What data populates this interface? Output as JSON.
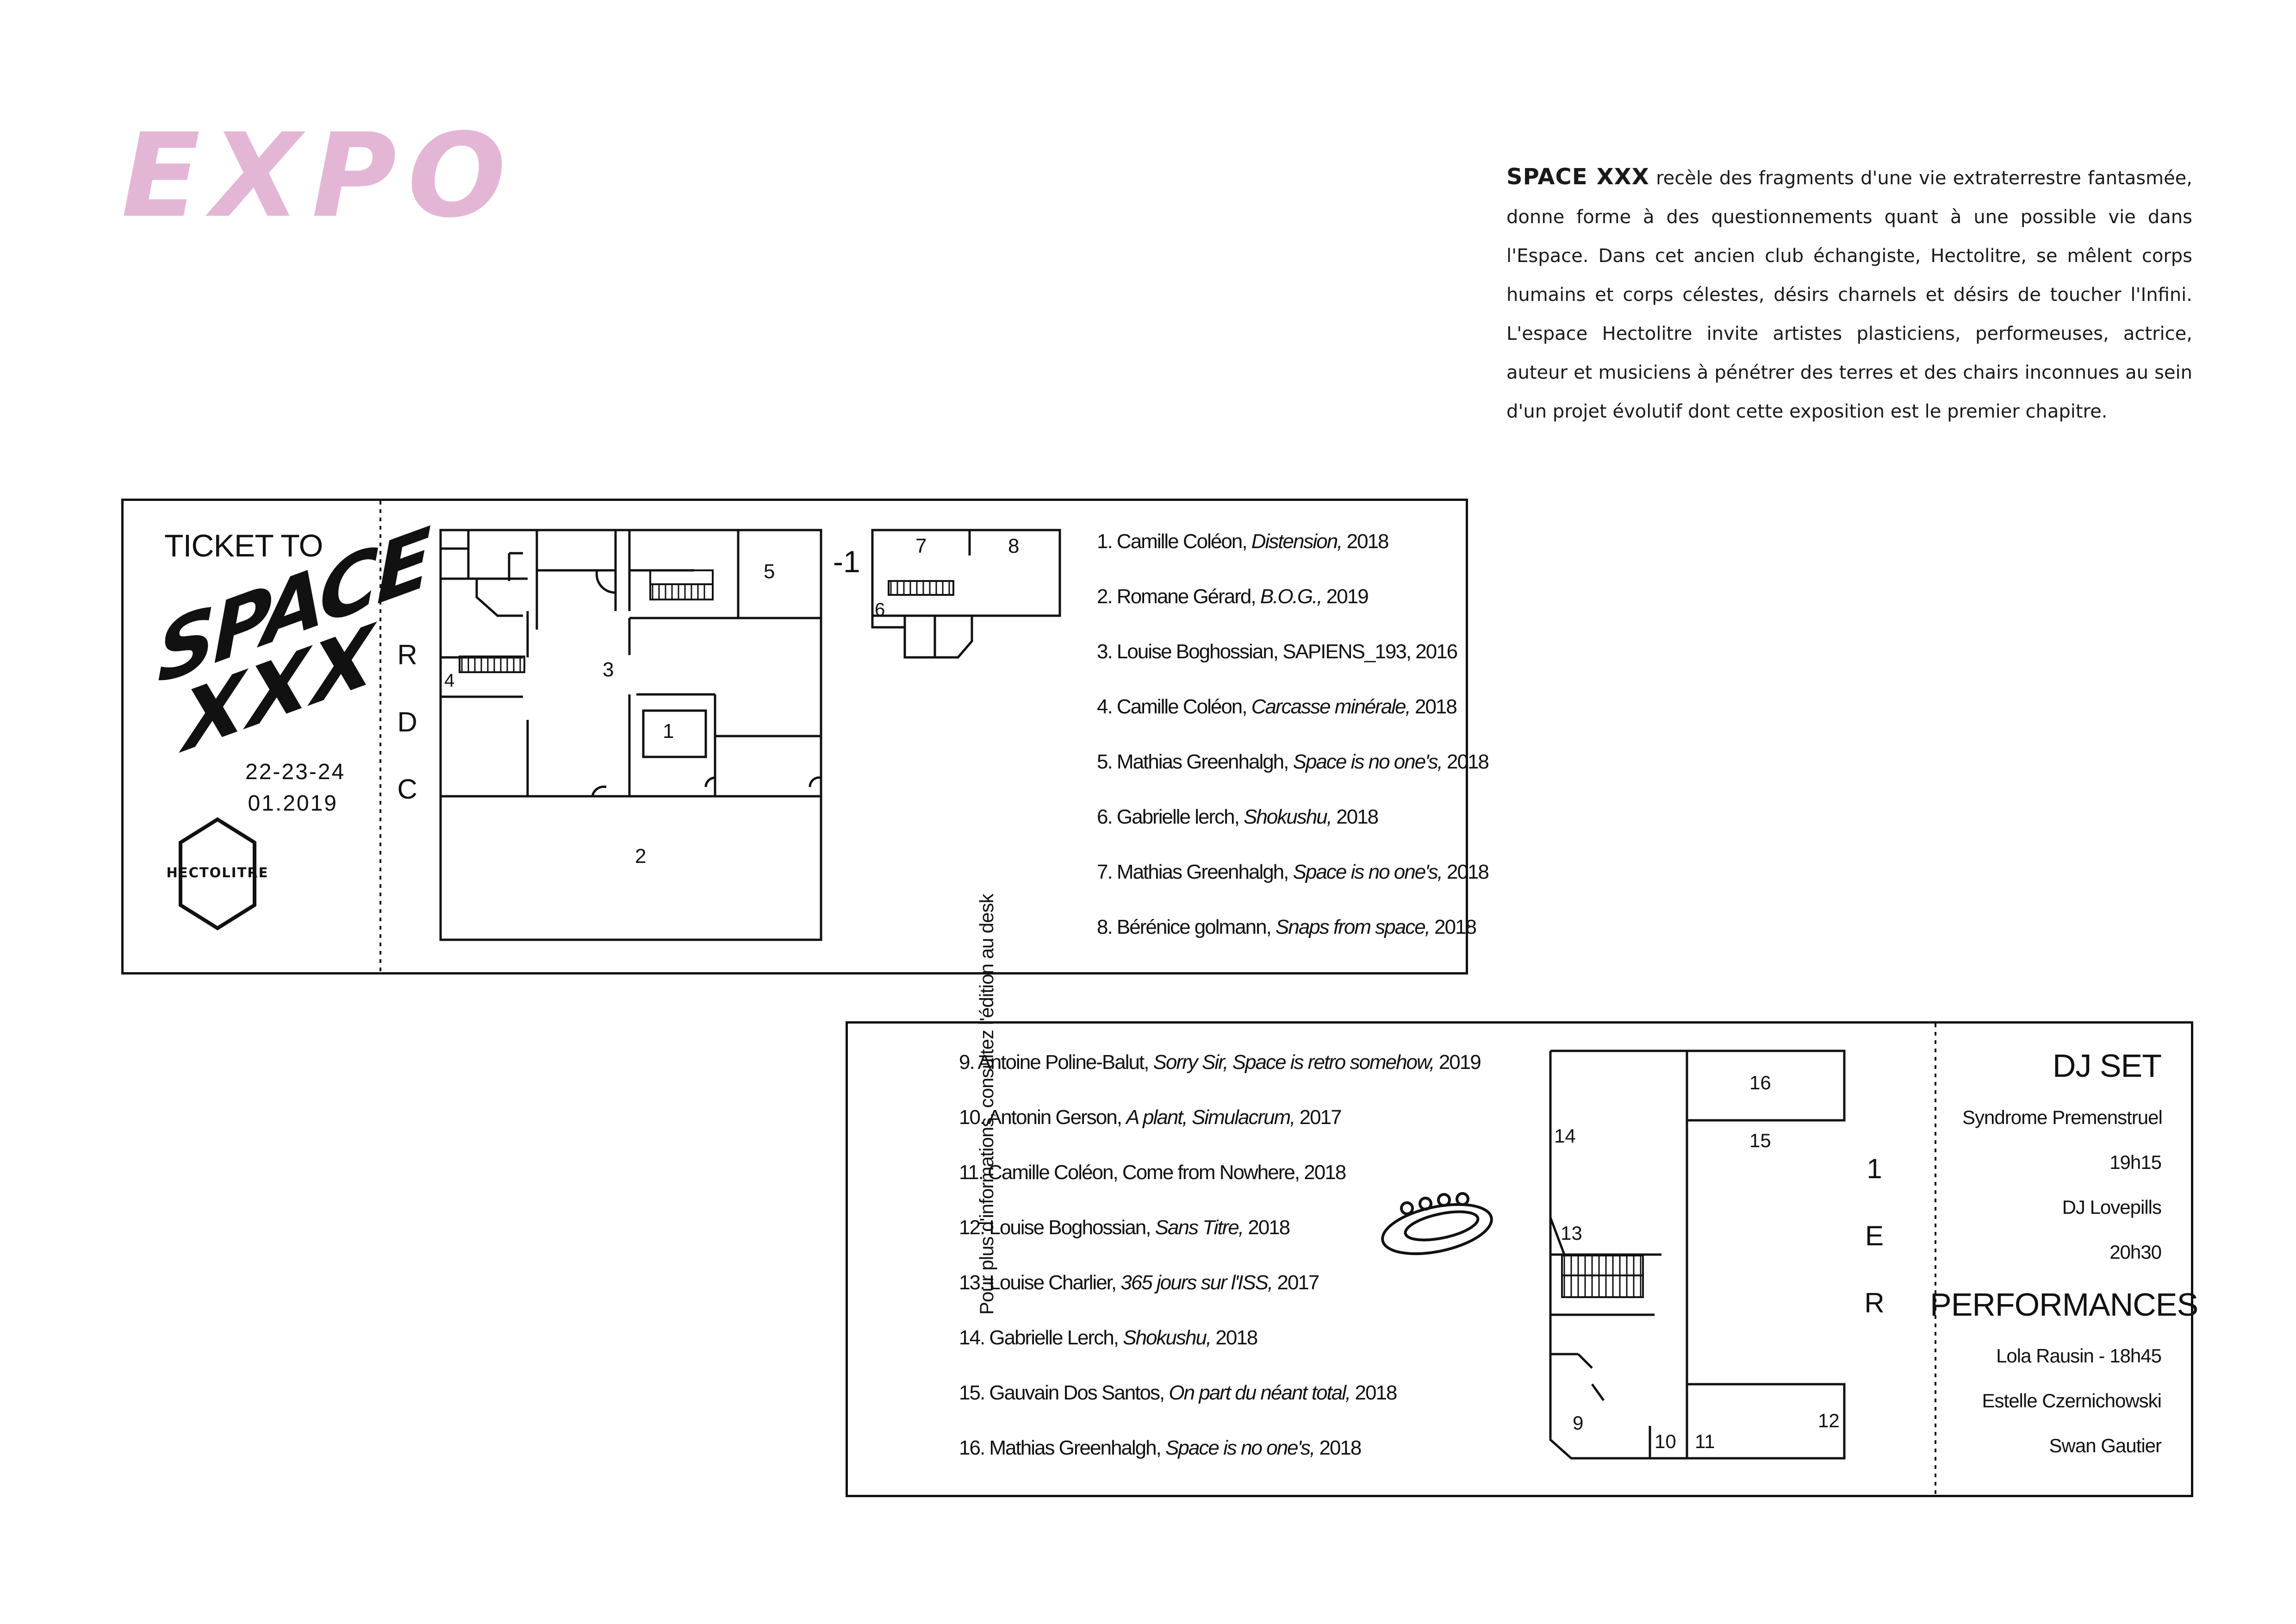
{
  "heading": "EXPO",
  "intro": {
    "lead": "SPACE XXX",
    "body": "recèle des fragments d'une vie extraterrestre fantasmée, donne forme à des questionnements quant à une possible vie dans l'Espace. Dans cet ancien club échangiste, Hectolitre, se mêlent corps humains et corps célestes, désirs charnels et désirs de toucher l'Infini.  L'espace Hectolitre invite artistes plasticiens, performeuses, actrice, auteur et musiciens à pénétrer des terres et des chairs inconnues au sein d'un projet évolutif dont cette exposition est le premier chapitre."
  },
  "ticket1": {
    "ticket_to": "TICKET TO",
    "logo_line1": "SPACE",
    "logo_line2": "XXX",
    "date_line1": "22-23-24",
    "date_line2": "01.2019",
    "venue": "HECTOLITRE",
    "level_ground": [
      "R",
      "D",
      "C"
    ],
    "level_basement": "-1",
    "room_labels_ground": [
      "1",
      "2",
      "3",
      "4",
      "5"
    ],
    "room_labels_basement": [
      "6",
      "7",
      "8"
    ],
    "works": [
      {
        "num": "1. Camille Coléon, ",
        "title": "Distension,",
        "year": " 2018"
      },
      {
        "num": "2. Romane Gérard, ",
        "title": "B.O.G.,",
        "year": " 2019"
      },
      {
        "num": "3. Louise Boghossian, SAPIENS_193, 2016",
        "title": "",
        "year": ""
      },
      {
        "num": "4. Camille Coléon, ",
        "title": "Carcasse minérale,",
        "year": " 2018"
      },
      {
        "num": "5. Mathias Greenhalgh, ",
        "title": "Space is no one's,",
        "year": " 2018"
      },
      {
        "num": "6. Gabrielle lerch, ",
        "title": "Shokushu,",
        "year": " 2018"
      },
      {
        "num": "7. Mathias Greenhalgh, ",
        "title": "Space is no one's,",
        "year": " 2018"
      },
      {
        "num": "8. Bérénice golmann, ",
        "title": "Snaps from space,",
        "year": " 2018"
      }
    ]
  },
  "ticket2": {
    "side_note": "Pour plus d'informations, consultez l'édition au desk",
    "level_first": [
      "1",
      "E",
      "R"
    ],
    "room_labels": [
      "9",
      "10",
      "11",
      "12",
      "13",
      "14",
      "15",
      "16"
    ],
    "works": [
      {
        "num": "9. Antoine Poline-Balut, ",
        "title": "Sorry Sir, Space is retro somehow,",
        "year": "  2019"
      },
      {
        "num": "10. Antonin Gerson, ",
        "title": "A plant, Simulacrum,",
        "year": " 2017"
      },
      {
        "num": "11. Camille Coléon, Come from Nowhere, 2018",
        "title": "",
        "year": ""
      },
      {
        "num": "12. Louise Boghossian, ",
        "title": "Sans Titre,",
        "year": " 2018"
      },
      {
        "num": "13. Louise Charlier, ",
        "title": "365 jours sur l'ISS,",
        "year": " 2017"
      },
      {
        "num": "14. Gabrielle Lerch, ",
        "title": "Shokushu,",
        "year": " 2018"
      },
      {
        "num": "15. Gauvain Dos Santos, ",
        "title": "On part du néant total,",
        "year": " 2018"
      },
      {
        "num": "16. Mathias Greenhalgh, ",
        "title": "Space is no one's,",
        "year": " 2018"
      }
    ],
    "dj_heading": "DJ SET",
    "dj_lines": [
      "Syndrome Premenstruel",
      "19h15",
      "DJ Lovepills",
      "20h30"
    ],
    "perf_heading": "PERFORMANCES",
    "perf_lines": [
      "Lola Rausin - 18h45",
      "Estelle Czernichowski",
      "Swan Gautier"
    ]
  },
  "colors": {
    "heading": "#e4b6d6",
    "ink": "#111111"
  },
  "icons": [
    "ufo-icon",
    "staircase-icon",
    "hexagon-logo-icon"
  ]
}
